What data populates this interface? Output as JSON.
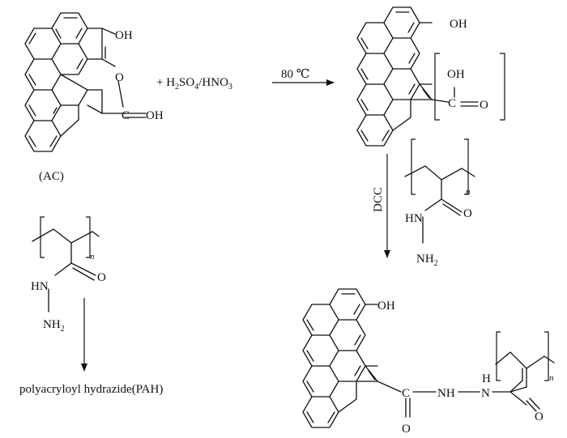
{
  "reagent": {
    "prefix": "+ H",
    "sub1": "2",
    "mid1": "SO",
    "sub2": "4",
    "mid2": "/HNO",
    "sub3": "3"
  },
  "condition_temp": "80 ℃",
  "condition_dcc": "DCC",
  "ac_label": "(AC)",
  "pah_label": "polyacryloyl hydrazide(PAH)",
  "atoms": {
    "oh": "OH",
    "o": "O",
    "c": "C",
    "eq_oh": "OH",
    "hn": "HN",
    "n": "N",
    "nh": "NH",
    "h": "H",
    "nh2_main": "NH",
    "nh2_sub": "2",
    "n_repeat": "n"
  }
}
